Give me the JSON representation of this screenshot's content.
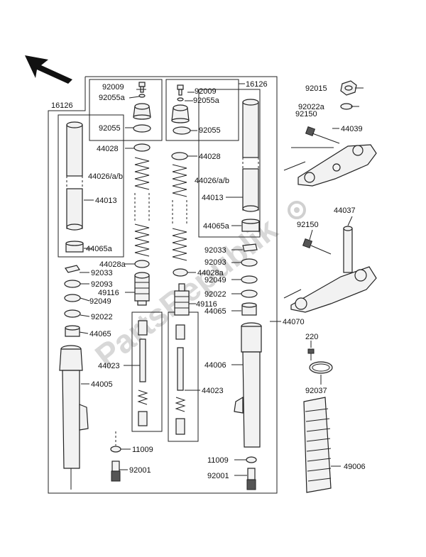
{
  "watermark": "PartsRepublik",
  "labels": {
    "l16126_left": "16126",
    "l16126_right": "16126",
    "l92009_left": "92009",
    "l92055a_left": "92055a",
    "l92055_left": "92055",
    "l92009_right": "92009",
    "l92055a_right": "92055a",
    "l92055_right": "92055",
    "l44028_left": "44028",
    "l44028_right": "44028",
    "l44026_left": "44026/a/b",
    "l44026_right": "44026/a/b",
    "l44013_left": "44013",
    "l44013_right": "44013",
    "l44065a_left": "44065a",
    "l44065a_right": "44065a",
    "l44028a_left": "44028a",
    "l44028a_right": "44028a",
    "l92033_left": "92033",
    "l92033_right": "92033",
    "l92093_left": "92093",
    "l92093_right": "92093",
    "l92049_left": "92049",
    "l92049_right": "92049",
    "l49116_left": "49116",
    "l49116_right": "49116",
    "l92022_left": "92022",
    "l92022_right": "92022",
    "l44065_left": "44065",
    "l44065_right": "44065",
    "l44023_left": "44023",
    "l44023_right": "44023",
    "l44005": "44005",
    "l44006": "44006",
    "l44070": "44070",
    "l11009_left": "11009",
    "l11009_right": "11009",
    "l92001_left": "92001",
    "l92001_right": "92001",
    "l92015": "92015",
    "l92022a": "92022a",
    "l92150_top": "92150",
    "l44039": "44039",
    "l44037": "44037",
    "l92150_mid": "92150",
    "l220": "220",
    "l92037": "92037",
    "l49006": "49006"
  }
}
